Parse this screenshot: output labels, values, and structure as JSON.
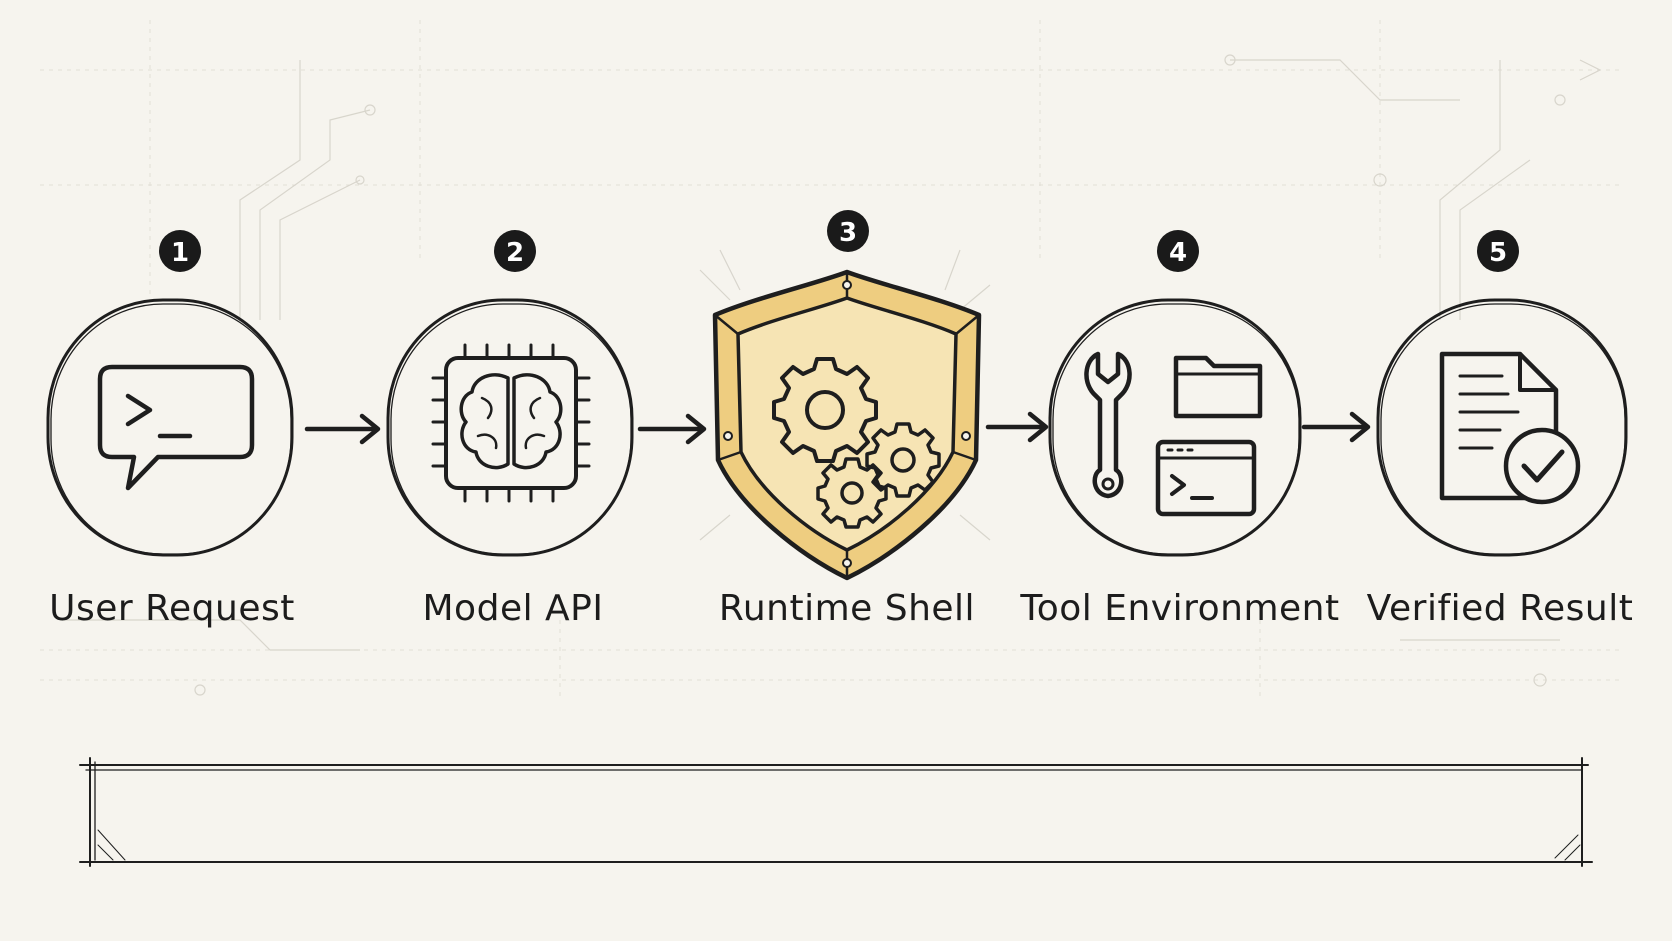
{
  "steps": [
    {
      "number": "1",
      "label": "User Request",
      "icon": "terminal-chat-icon"
    },
    {
      "number": "2",
      "label": "Model API",
      "icon": "brain-chip-icon"
    },
    {
      "number": "3",
      "label": "Runtime Shell",
      "icon": "shield-gears-icon"
    },
    {
      "number": "4",
      "label": "Tool Environment",
      "icon": "wrench-folder-terminal-icon"
    },
    {
      "number": "5",
      "label": "Verified Result",
      "icon": "document-check-icon"
    }
  ],
  "caption_box": {
    "text": ""
  },
  "colors": {
    "background": "#f6f4ee",
    "ink": "#1e1e1e",
    "highlight": "#f3dc9c"
  }
}
